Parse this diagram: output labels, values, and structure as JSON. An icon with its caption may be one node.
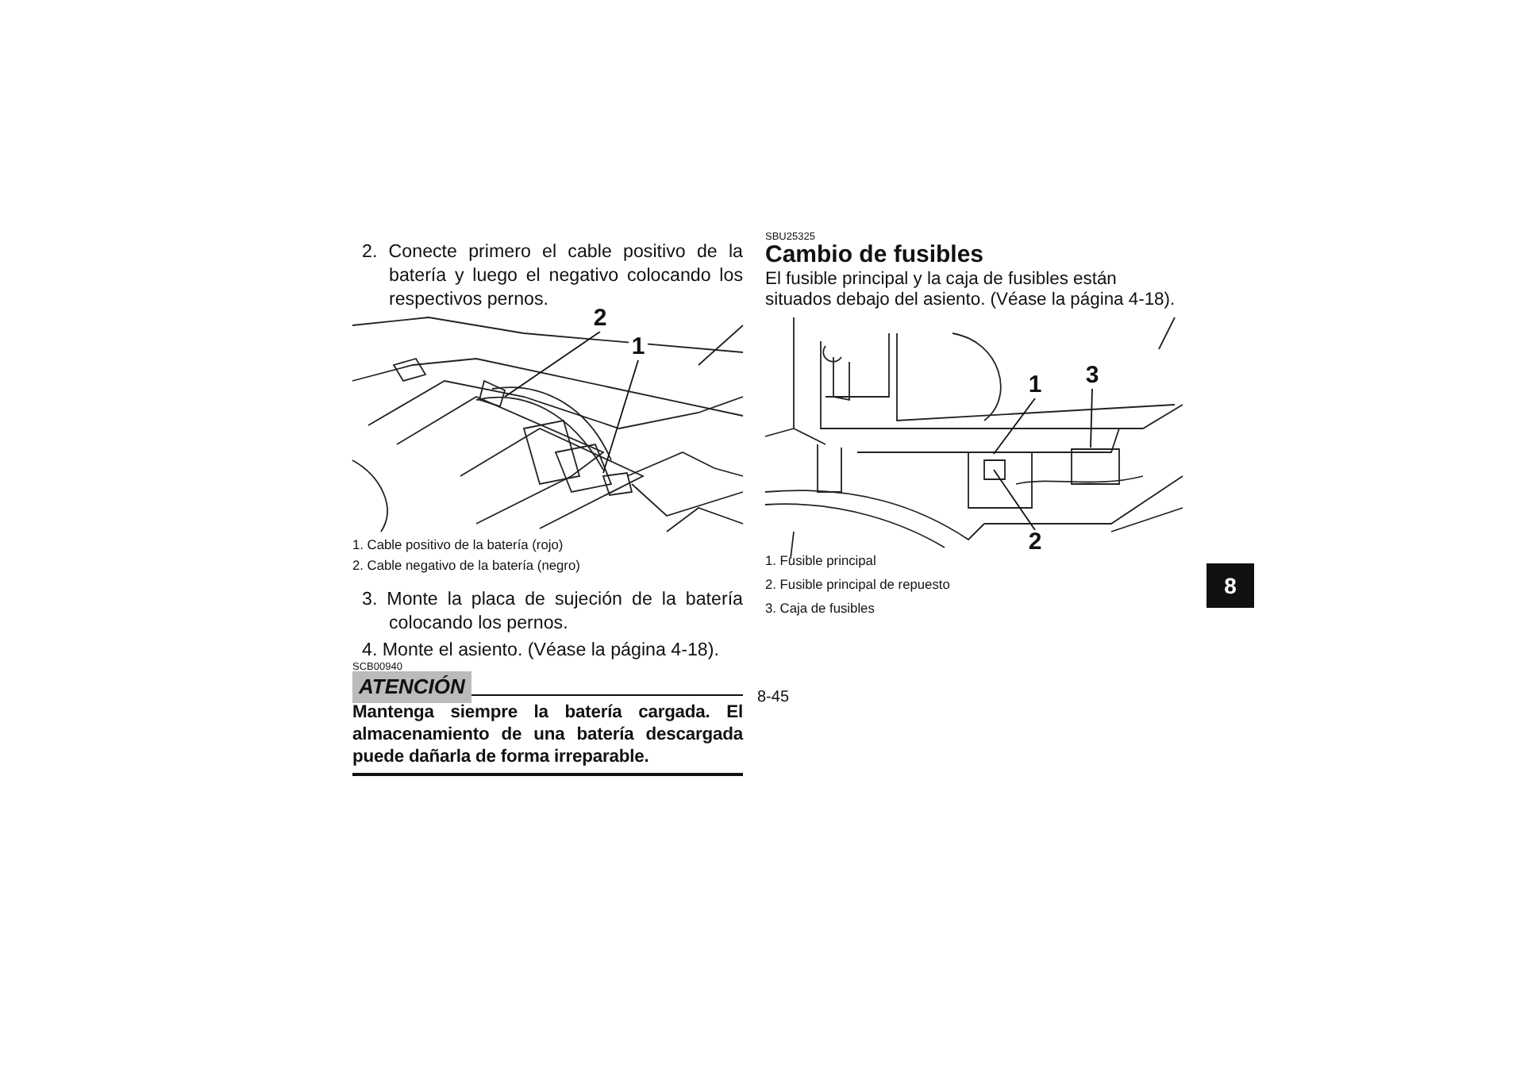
{
  "diagram": {
    "nodes": [
      {
        "text": [
          "2"
        ]
      },
      {
        "text": [
          "1"
        ]
      },
      {
        "text": [
          "1"
        ]
      },
      {
        "text": [
          "3"
        ]
      },
      {
        "text": [
          "2"
        ]
      }
    ],
    "edges": [
      {
        "from": 0,
        "to": null,
        "arrow": "none"
      },
      {
        "from": 1,
        "to": null,
        "arrow": "none"
      },
      {
        "from": 2,
        "to": null,
        "arrow": "none"
      },
      {
        "from": 3,
        "to": null,
        "arrow": "none"
      },
      {
        "from": 4,
        "to": null,
        "arrow": "none"
      }
    ],
    "labels": [
      "2. Conecte primero el cable positivo de la batería y luego el negativo colocando los respectivos pernos.",
      "1. Cable positivo de la batería (rojo)",
      "2. Cable negativo de la batería (negro)",
      "3. Monte la placa de sujeción de la batería colocando los pernos.",
      "4. Monte el asiento. (Véase la página 4-18).",
      "SCB00940",
      "ATENCIÓN",
      "Mantenga siempre la batería cargada. El almacenamiento de una batería descargada puede dañarla de forma irreparable.",
      "SBU25325",
      "Cambio de fusibles",
      "El fusible principal y la caja de fusibles están situados debajo del asiento. (Véase la página 4-18).",
      "1. Fusible principal",
      "2. Fusible principal de repuesto",
      "3. Caja de fusibles",
      "8",
      "8-45"
    ]
  }
}
